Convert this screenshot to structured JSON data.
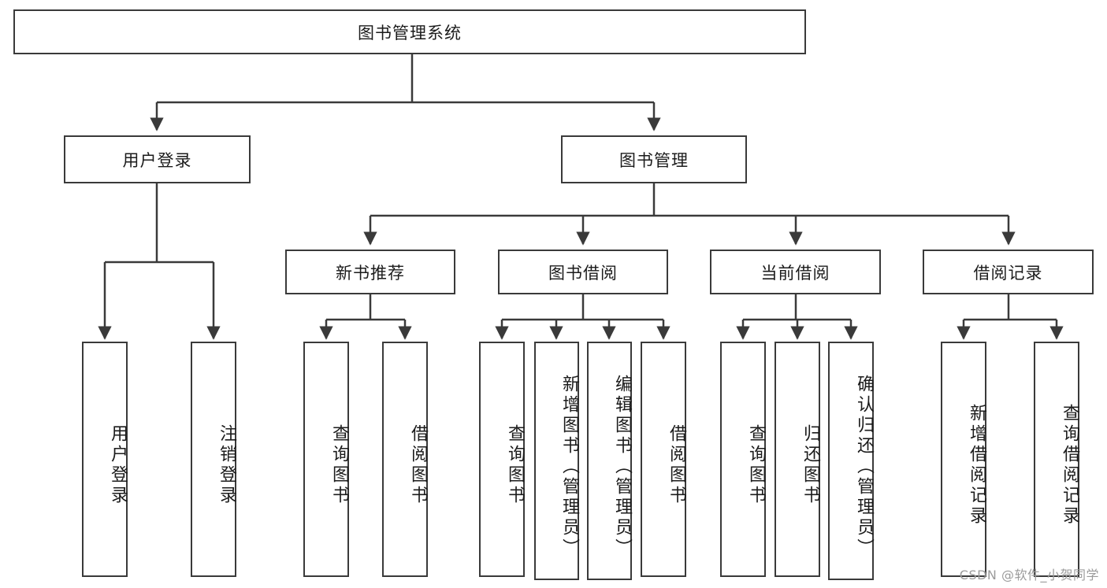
{
  "diagram": {
    "type": "tree-hierarchy-chart",
    "title": "图书管理系统",
    "root": {
      "label": "图书管理系统"
    },
    "level2": [
      {
        "label": "用户登录"
      },
      {
        "label": "图书管理"
      }
    ],
    "level3": [
      {
        "label": "新书推荐"
      },
      {
        "label": "图书借阅"
      },
      {
        "label": "当前借阅"
      },
      {
        "label": "借阅记录"
      }
    ],
    "leaves": {
      "user_login": [
        {
          "label": "用户登录"
        },
        {
          "label": "注销登录"
        }
      ],
      "new_book_recommend": [
        {
          "label": "查询图书"
        },
        {
          "label": "借阅图书"
        }
      ],
      "book_borrow": [
        {
          "label": "查询图书"
        },
        {
          "label": "新增图书（管理员）"
        },
        {
          "label": "编辑图书（管理员）"
        },
        {
          "label": "借阅图书"
        }
      ],
      "current_borrow": [
        {
          "label": "查询图书"
        },
        {
          "label": "归还图书"
        },
        {
          "label": "确认归还（管理员）"
        }
      ],
      "borrow_record": [
        {
          "label": "新增借阅记录"
        },
        {
          "label": "查询借阅记录"
        }
      ]
    }
  },
  "watermark": {
    "text": "CSDN @软件_小贺同学"
  },
  "colors": {
    "stroke": "#3a3a3a",
    "text": "#1b1b1b",
    "background": "#ffffff",
    "watermark": "#9b9b9b"
  }
}
